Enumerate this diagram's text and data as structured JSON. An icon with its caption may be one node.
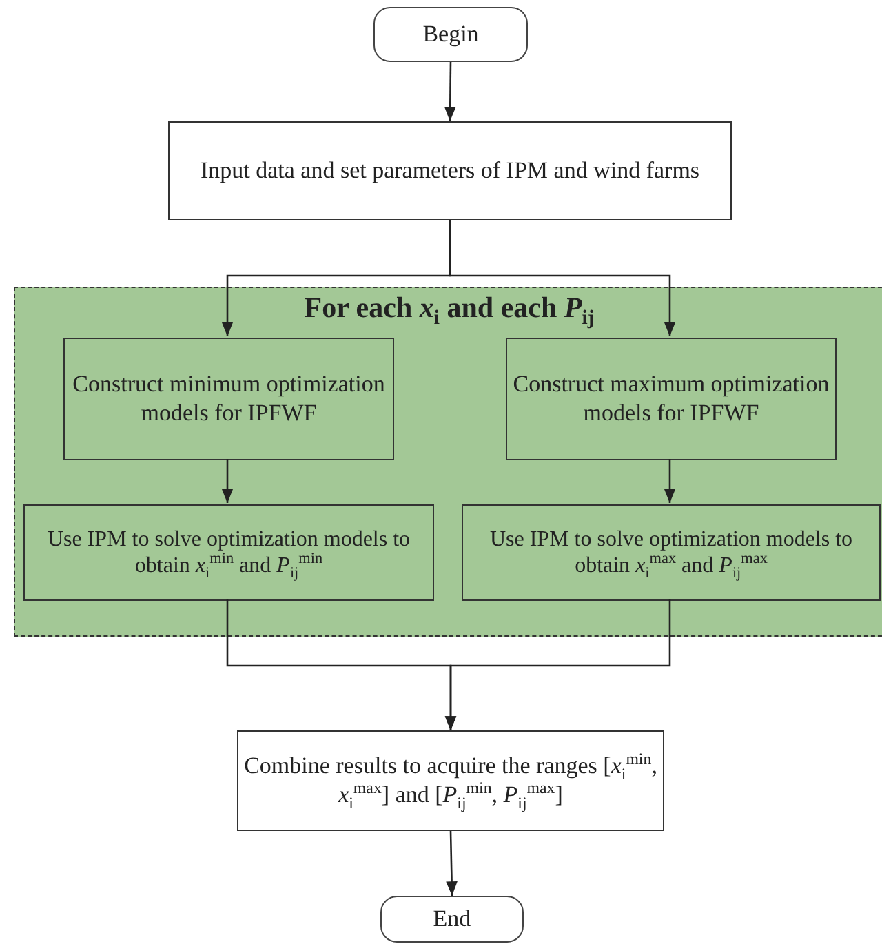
{
  "diagram": {
    "nodes": [
      {
        "text": [
          "Begin"
        ]
      },
      {
        "text": [
          "Input data and set parameters of IPM and wind farms"
        ]
      },
      {
        "text": [
          "For each *x*$_{i}$ and each *P*$_{ij}$"
        ]
      },
      {
        "text": [
          "Construct minimum optimization models for IPFWF"
        ],
        "in": 2
      },
      {
        "text": [
          "Construct maximum optimization models for IPFWF"
        ],
        "in": 2
      },
      {
        "text": [
          "Use IPM to solve optimization models to obtain *x*$_{i}$$^{min}$ and *P*$_{ij}$$^{min}$"
        ],
        "in": 2
      },
      {
        "text": [
          "Use IPM to solve optimization models to obtain *x*$_{i}$$^{max}$ and *P*$_{ij}$$^{max}$"
        ],
        "in": 2
      },
      {
        "text": [
          "Combine results to acquire the ranges [*x*$_{i}$$^{min}$, *x*$_{i}$$^{max}$] and [*P*$_{ij}$$^{min}$, *P*$_{ij}$$^{max}$]"
        ]
      },
      {
        "text": [
          "End"
        ]
      }
    ],
    "edges": [
      {
        "from": 0,
        "to": 1,
        "arrow": "to"
      },
      {
        "from": 1,
        "to": 3,
        "arrow": "to"
      },
      {
        "from": 1,
        "to": 4,
        "arrow": "to"
      },
      {
        "from": 3,
        "to": 5,
        "arrow": "to"
      },
      {
        "from": 4,
        "to": 6,
        "arrow": "to"
      },
      {
        "from": 5,
        "to": 7,
        "arrow": "to"
      },
      {
        "from": 6,
        "to": 7,
        "arrow": "to"
      },
      {
        "from": 7,
        "to": 8,
        "arrow": "to"
      }
    ]
  }
}
